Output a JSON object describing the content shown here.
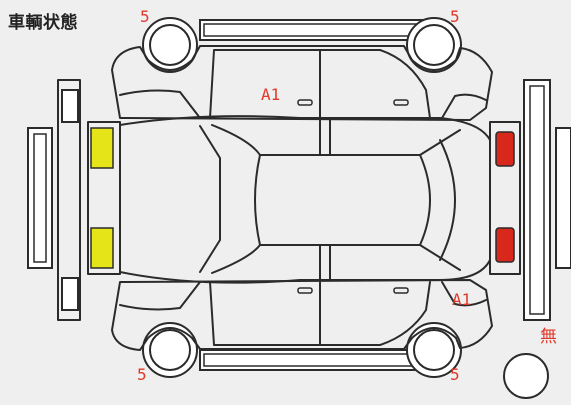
{
  "title": "車輌状態",
  "colors": {
    "background": "#efefef",
    "outline": "#2b2b2b",
    "damage_mark": "#e0392b",
    "front_lamp": "#e4e418",
    "rear_lamp": "#d8281c"
  },
  "marks": {
    "wheel_top_left": "5",
    "wheel_top_right": "5",
    "wheel_bottom_left": "5",
    "wheel_bottom_right": "5",
    "door_top": "A1",
    "door_bottom": "A1",
    "spare_tire": "無"
  }
}
